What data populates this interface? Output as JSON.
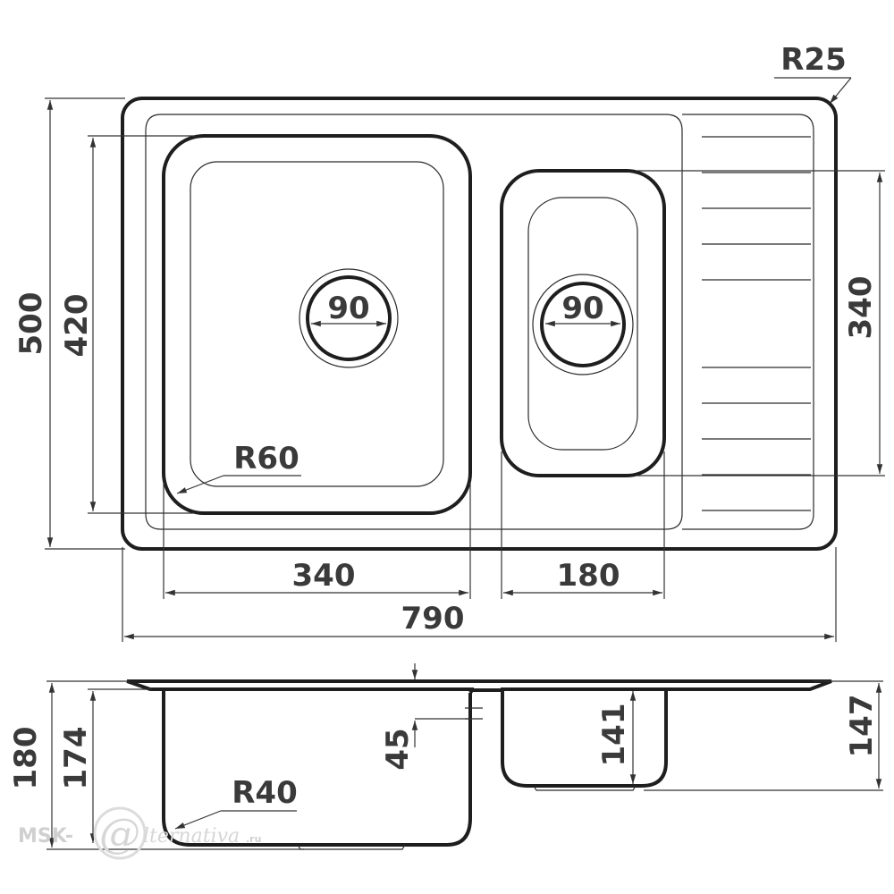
{
  "top_view": {
    "overall_width": "790",
    "overall_depth": "500",
    "bowl_depth": "420",
    "bowl_large_width": "340",
    "bowl_small_width": "180",
    "bowl_small_depth": "340",
    "drain_large": "90",
    "drain_small": "90",
    "corner_radius_outer": "R25",
    "corner_radius_bowl": "R60"
  },
  "side_view": {
    "total_height": "180",
    "bowl_large_height": "174",
    "rim_to_divider": "45",
    "bowl_small_height": "141",
    "small_total_height": "147",
    "bottom_radius": "R40"
  },
  "watermark": {
    "brand_left": "MSK-",
    "brand_symbol": "@",
    "brand_right": "lternativa",
    "brand_suffix": ".ru"
  },
  "colors": {
    "line": "#1e1e1e",
    "dimension_text": "#3a3a3a",
    "watermark": "#d0d0d0"
  }
}
